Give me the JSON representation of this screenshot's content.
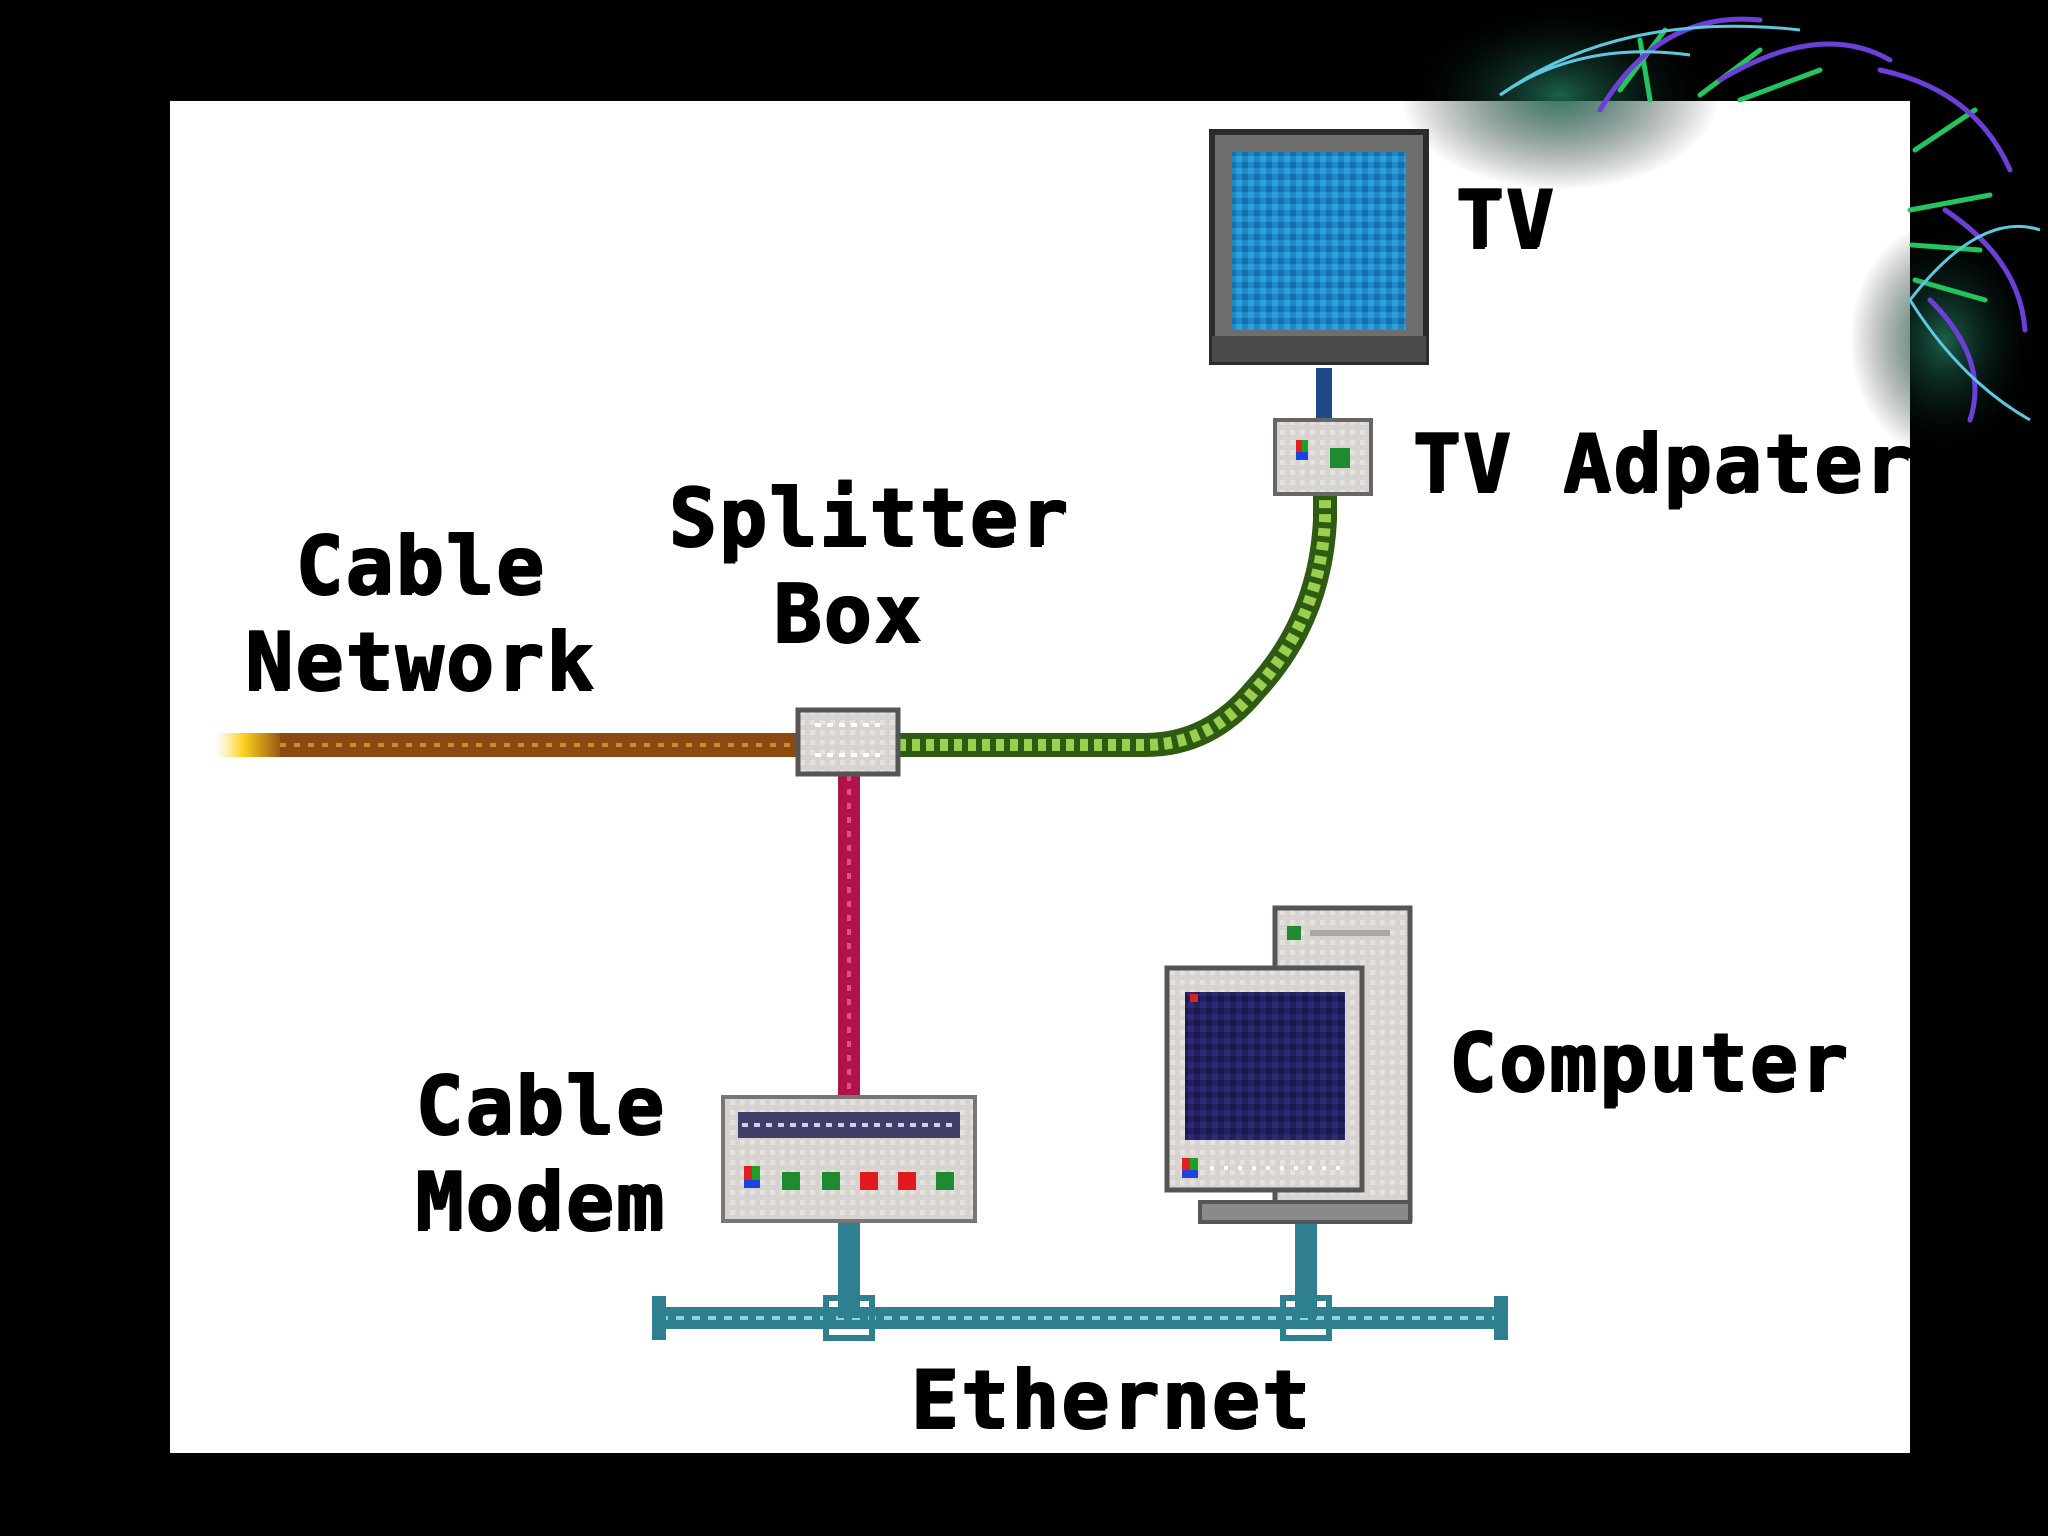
{
  "labels": {
    "tv": "TV",
    "tv_adapter": "TV Adpater",
    "splitter_line1": "Splitter",
    "splitter_line2": "Box",
    "cable_network_line1": "Cable",
    "cable_network_line2": "Network",
    "cable_modem_line1": "Cable",
    "cable_modem_line2": "Modem",
    "computer": "Computer",
    "ethernet": "Ethernet"
  },
  "colors": {
    "background": "#000000",
    "panel": "#ffffff",
    "coax_network": "#8a4a12",
    "coax_tv": "#8cc63f",
    "coax_modem": "#b0124a",
    "ethernet": "#3f97a8",
    "tv_screen": "#1e88c8",
    "monitor_screen": "#232060"
  }
}
